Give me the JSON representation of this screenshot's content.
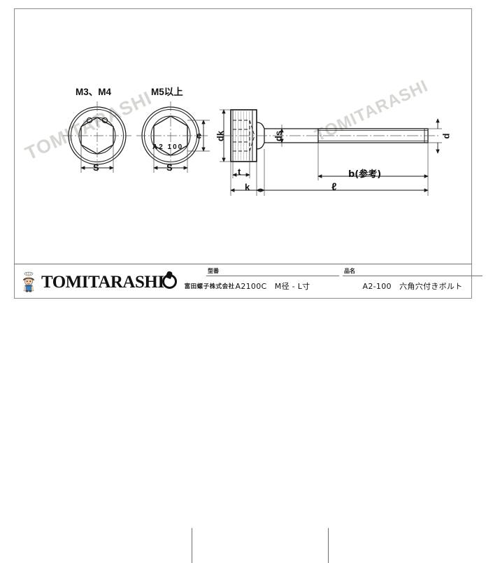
{
  "document": {
    "type": "technical-drawing",
    "watermark_text": "TOMITARASHI"
  },
  "views": {
    "head_view_left": {
      "title": "M3、M4",
      "dimension_label": "S",
      "note": "two small holes on head face"
    },
    "head_view_right": {
      "title": "M5以上",
      "dimension_label": "S",
      "dimension_label_e": "e",
      "marking": "A2 100"
    },
    "side_view": {
      "dim_dk": "dk",
      "dim_ds": "ds",
      "dim_d": "d",
      "dim_t": "t",
      "dim_k": "k",
      "dim_b": "b(参考)",
      "dim_l": "ℓ"
    }
  },
  "title_block": {
    "brand": "TOMITARASHI",
    "company_jp": "富田螺子株式会社",
    "fields": [
      {
        "key": "型番",
        "value": "A2100C　M径 - L寸"
      },
      {
        "key": "品名",
        "value": "A2-100　六角穴付きボルト"
      }
    ]
  },
  "colors": {
    "line": "#1a1a1a",
    "frame": "#8c8c8c",
    "watermark": "#d8d6d2",
    "hatch": "#b9b9b9"
  }
}
